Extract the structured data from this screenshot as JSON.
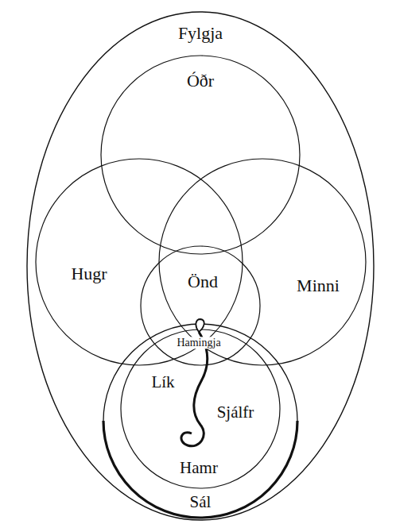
{
  "diagram": {
    "nodes": [
      {
        "text": [
          "Fylgja"
        ]
      },
      {
        "text": [
          "Óðr"
        ],
        "in": 0
      },
      {
        "text": [
          "Hugr"
        ],
        "in": 0
      },
      {
        "text": [
          "Minni"
        ],
        "in": 0
      },
      {
        "text": [
          "Önd"
        ],
        "in": 0
      }
    ],
    "labels": [
      "Hamingja",
      "Lík",
      "Sjálfr",
      "Hamr",
      "Sál"
    ]
  }
}
